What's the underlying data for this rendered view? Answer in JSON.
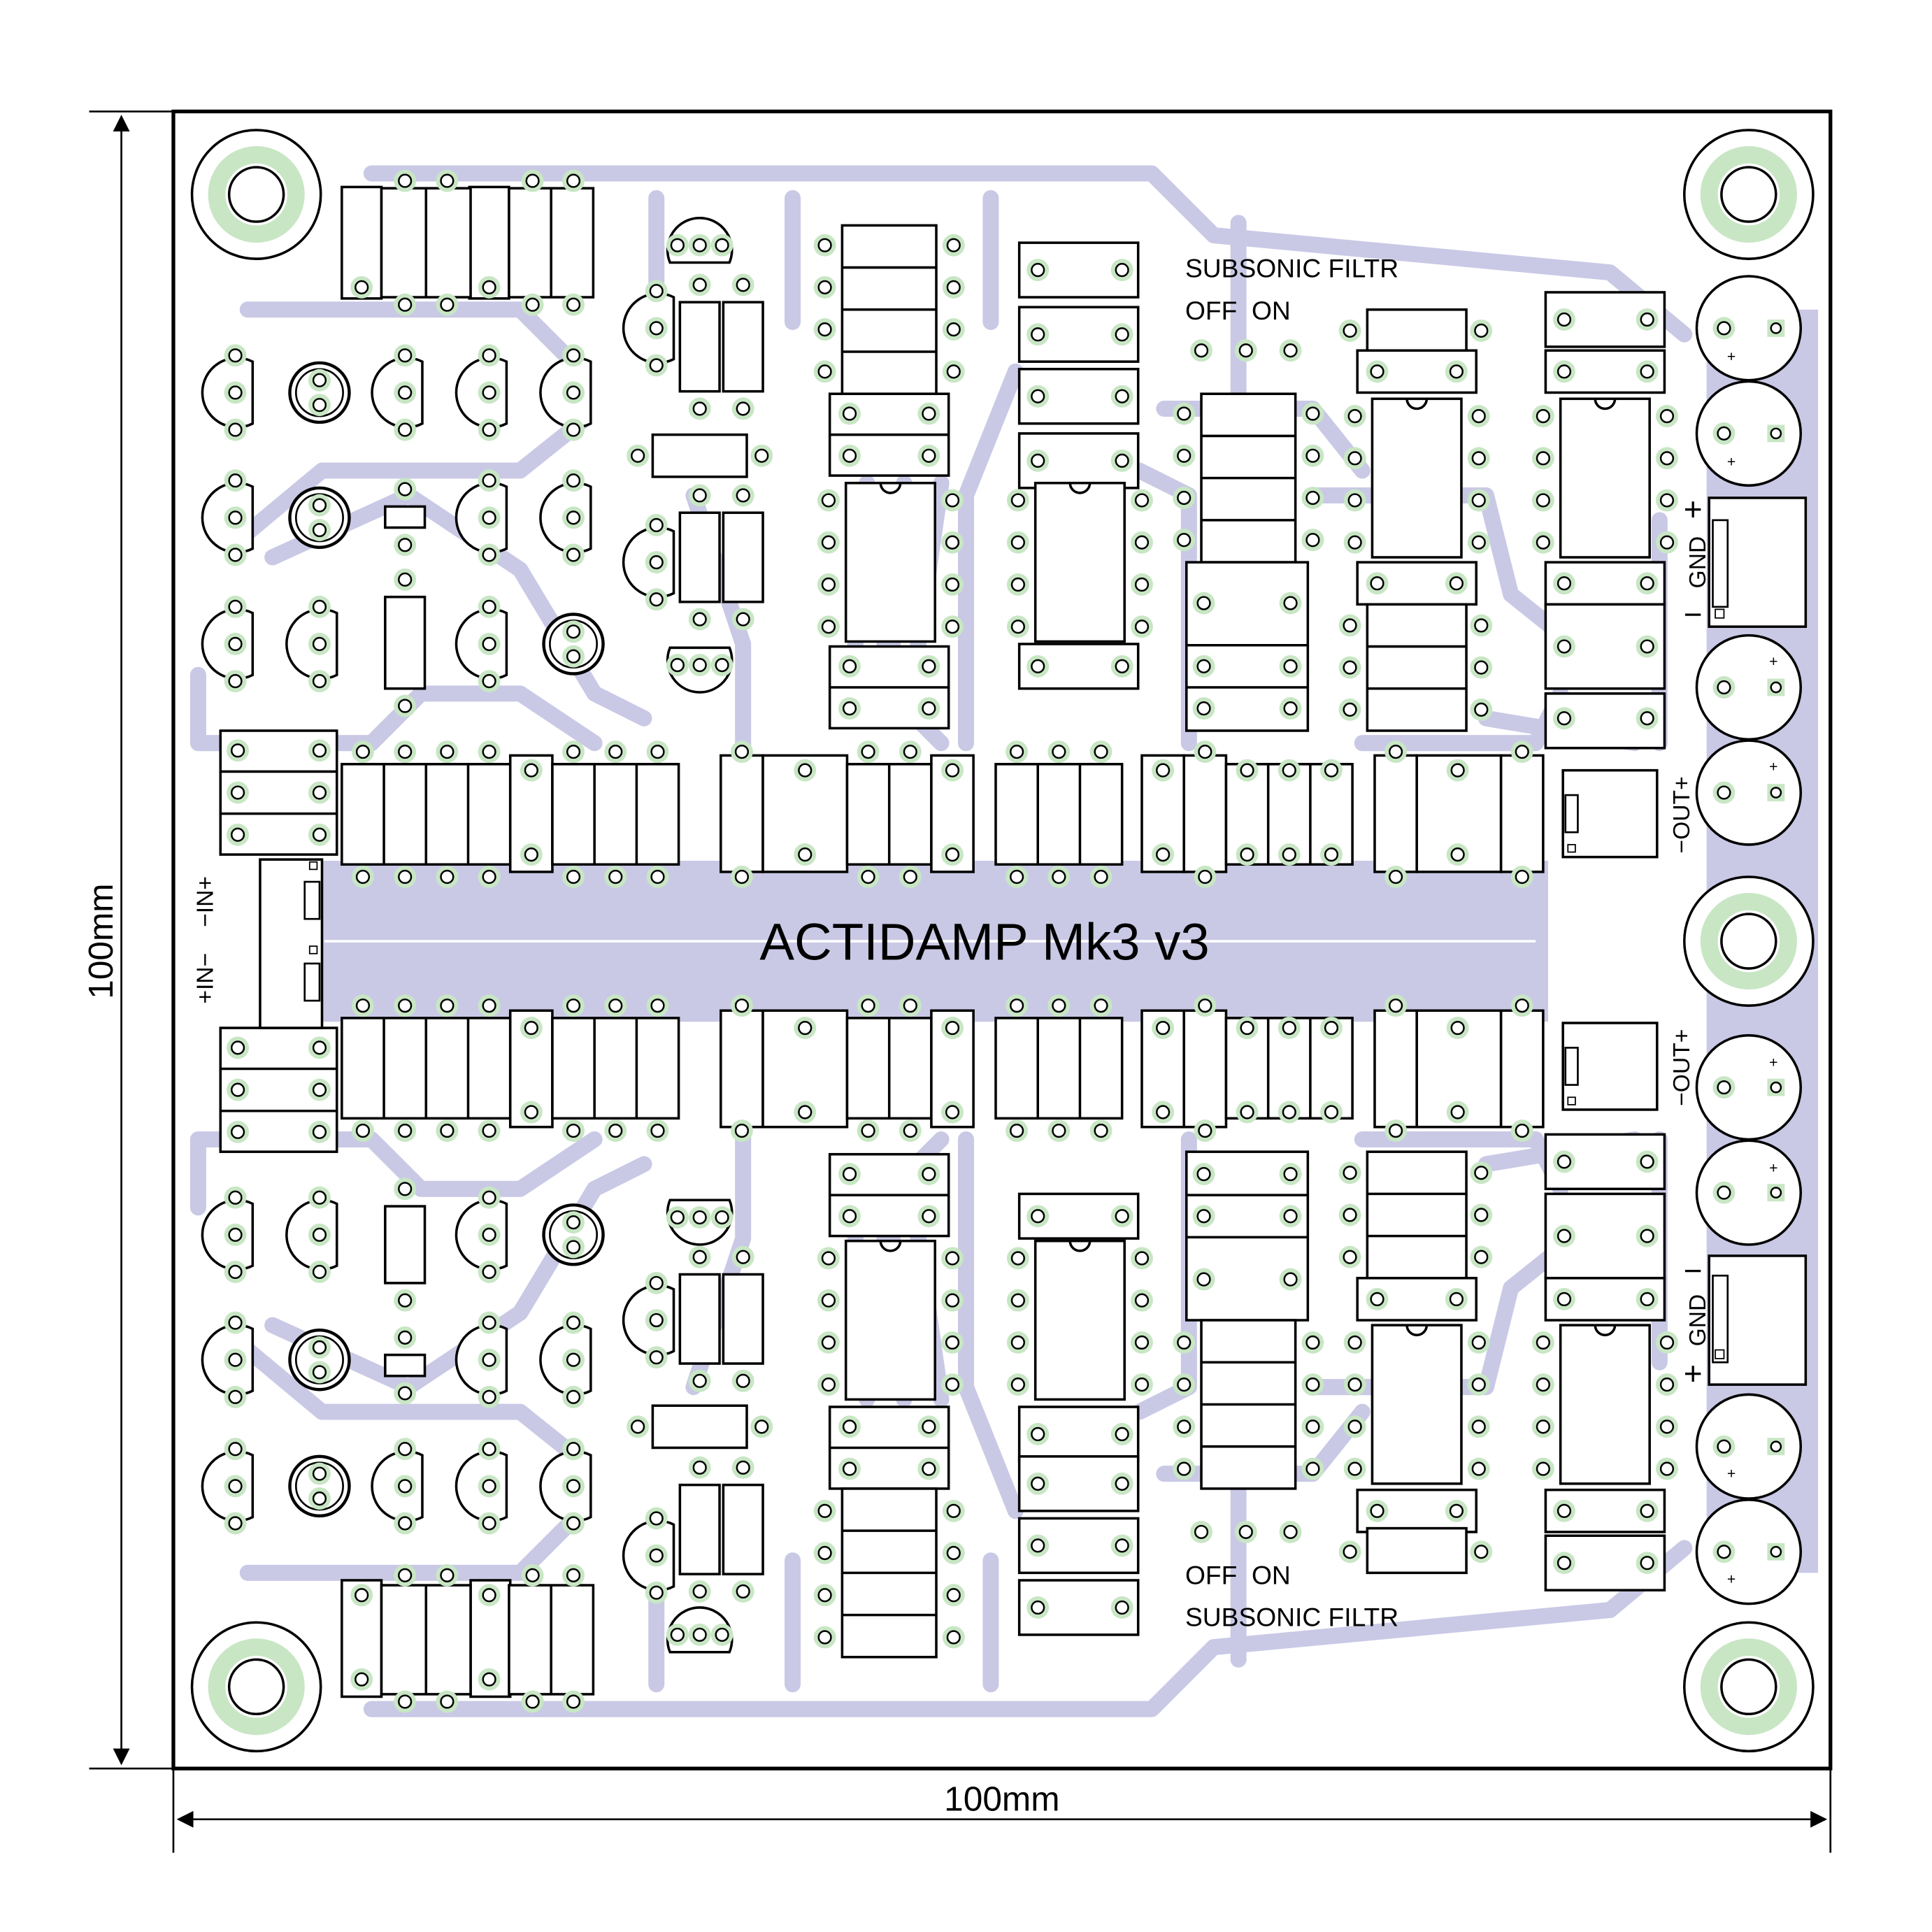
{
  "dimensions": {
    "width_label": "100mm",
    "height_label": "100mm"
  },
  "board": {
    "title": "ACTIDAMP Mk3 v3"
  },
  "subsonic_top": {
    "title": "SUBSONIC FILTR",
    "options": "OFF  ON"
  },
  "subsonic_bottom": {
    "title": "SUBSONIC FILTR",
    "options": "OFF  ON"
  },
  "input_connector": {
    "label_left": "+IN−",
    "label_right": "−IN+"
  },
  "output_top": {
    "label": "−OUT+"
  },
  "output_bottom": {
    "label": "−OUT+"
  },
  "power_top": {
    "label": "GND",
    "plus": "+",
    "minus": "−"
  },
  "power_bottom": {
    "label": "GND",
    "plus": "+",
    "minus": "−"
  },
  "cap_polarity": "+",
  "colors": {
    "copper": "#c9c9e6",
    "pad_ring": "#c8e6c4",
    "outline": "#000000",
    "background": "#ffffff"
  }
}
